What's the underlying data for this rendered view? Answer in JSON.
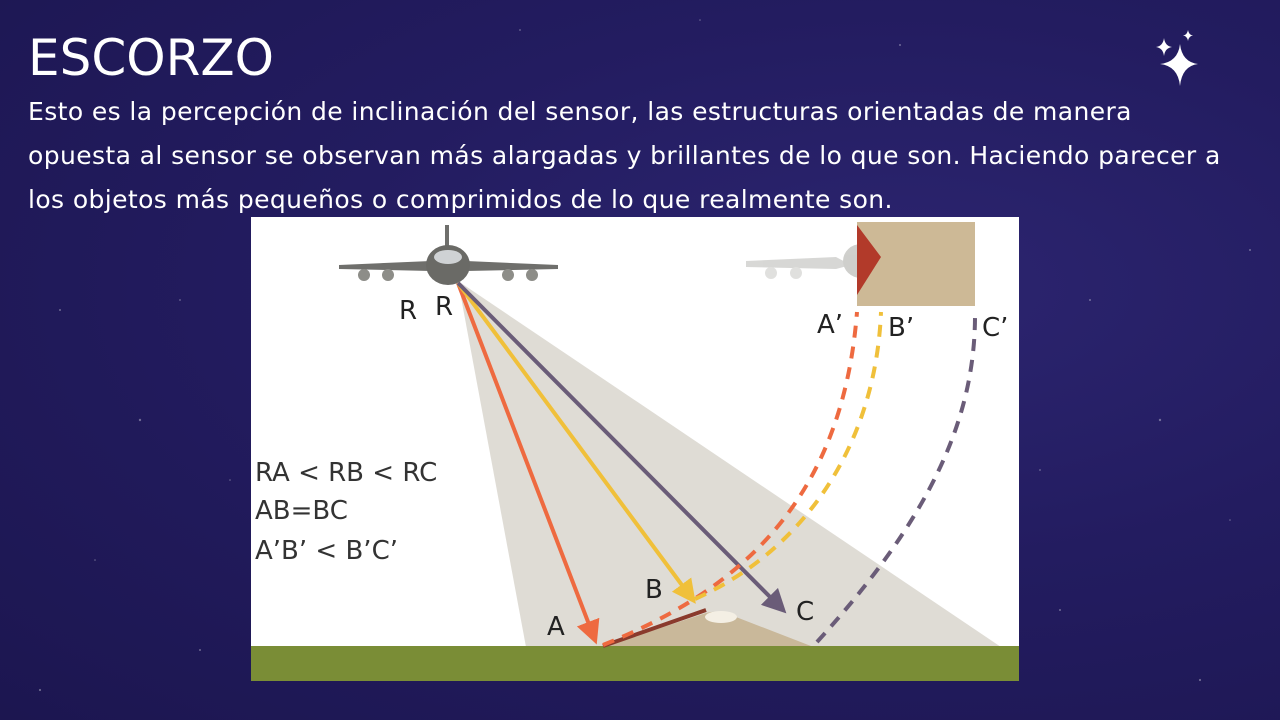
{
  "slide": {
    "title": "ESCORZO",
    "body": "Esto es la percepción de inclinación del sensor, las estructuras orientadas de manera opuesta al sensor se observan más alargadas y brillantes de lo que son. Haciendo parecer a los objetos más pequeños o comprimidos de lo que realmente son."
  },
  "diagram": {
    "labels": {
      "r_left": "R",
      "r_right": "R",
      "a": "A",
      "b": "B",
      "c": "C",
      "a_prime": "A’",
      "b_prime": "B’",
      "c_prime": "C’"
    },
    "relations": [
      "RA < RB < RC",
      "AB=BC",
      "A’B’ < B’C’"
    ],
    "colors": {
      "ra": "#ee6a40",
      "rb": "#f0c03a",
      "rc": "#6a5c78",
      "beam": "#dcd8d0",
      "ground": "#7a8d36",
      "slope": "#c9b89a",
      "image_block": "#cdb996",
      "radar_marker": "#b23a2a"
    }
  },
  "decor": {
    "icon": "sparkle-icon"
  }
}
